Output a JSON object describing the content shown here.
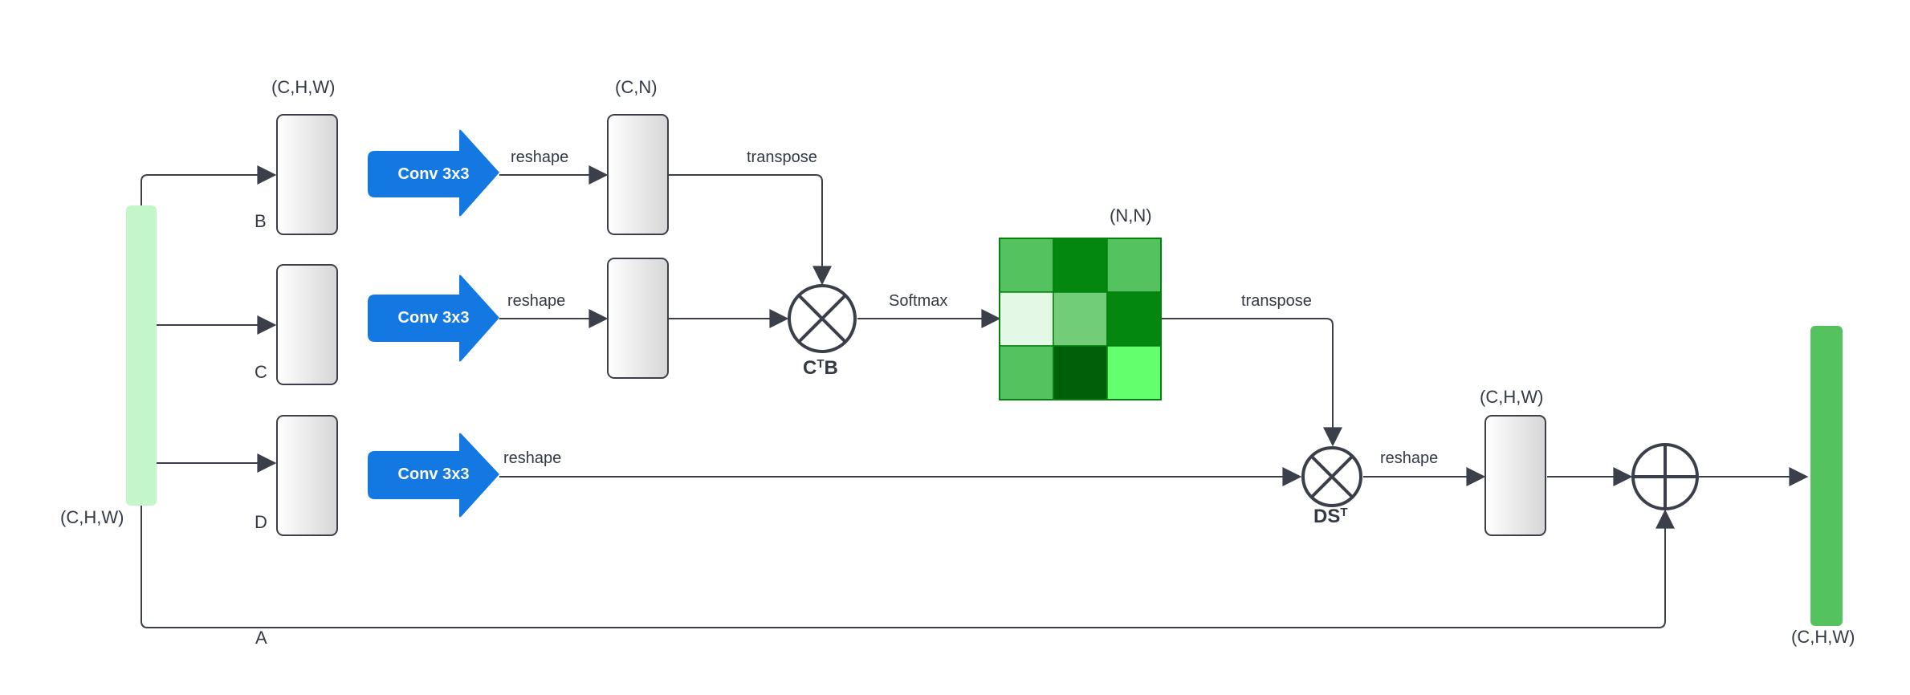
{
  "colors": {
    "line": "#3a3f4a",
    "input_block": "#c3f6c8",
    "output_block": "#54c25e",
    "conv_arrow": "#1478e3",
    "matrix": [
      "#54c25e",
      "#03870e",
      "#54c25e",
      "#e3f9e5",
      "#71cd78",
      "#03870e",
      "#54c25e",
      "#00600a",
      "#63ff6d"
    ]
  },
  "input": {
    "dim_label": "(C,H,W)"
  },
  "branches": {
    "b": {
      "label": "B"
    },
    "c": {
      "label": "C"
    },
    "d": {
      "label": "D"
    },
    "a": {
      "label": "A"
    }
  },
  "top_dim_label": "(C,H,W)",
  "reshaped_dim_label": "(C,N)",
  "conv_label": "Conv 3x3",
  "edge_labels": {
    "reshape": "reshape",
    "transpose": "transpose",
    "softmax": "Softmax"
  },
  "ops": {
    "ctb": {
      "main": "C",
      "sup": "T",
      "tail": "B"
    },
    "dst": {
      "main": "DS",
      "sup": "T"
    }
  },
  "matrix_dim_label": "(N,N)",
  "post_dim_label": "(C,H,W)",
  "output": {
    "dim_label": "(C,H,W)"
  }
}
